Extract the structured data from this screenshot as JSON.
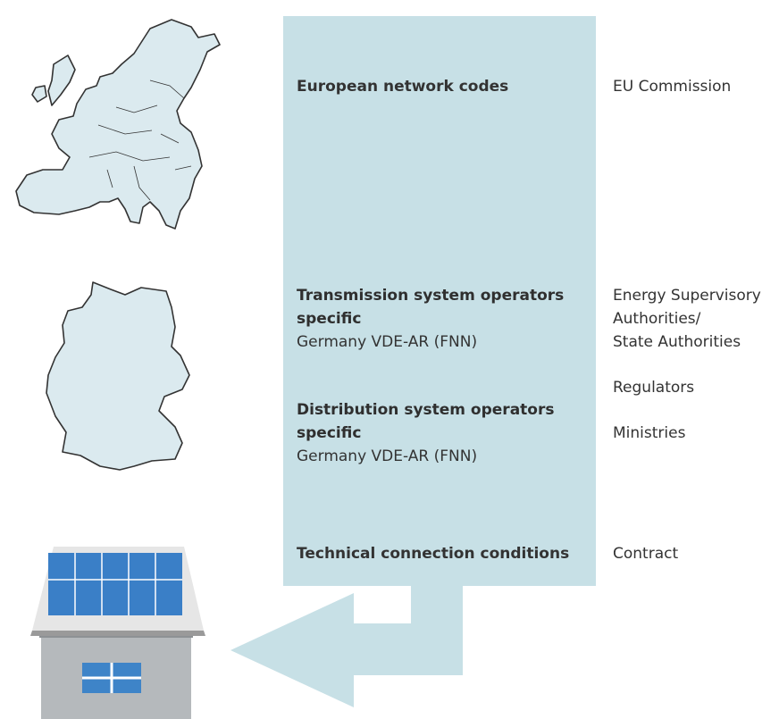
{
  "colors": {
    "panel": "#c7e0e6",
    "map_fill": "#dbeaef",
    "map_stroke": "#333333",
    "house_wall": "#b5b9bc",
    "roof": "#e6e6e6",
    "solar_panel": "#3a7fc7",
    "window": "#3e84c8",
    "text": "#333333"
  },
  "icons": {
    "europe_map": "europe-map-icon",
    "germany_map": "germany-map-icon",
    "house": "house-solar-icon"
  },
  "levels": [
    {
      "id": "eu",
      "title": "European network codes",
      "authority_lines": [
        "EU Commission"
      ]
    },
    {
      "id": "tso",
      "title_lines": [
        "Transmission system operators",
        "specific"
      ],
      "subtitle": "Germany VDE-AR (FNN)",
      "authority_lines": [
        "Energy Supervisory",
        "Authorities/",
        "State Authorities"
      ]
    },
    {
      "id": "regulators",
      "authority_lines": [
        "Regulators"
      ]
    },
    {
      "id": "dso",
      "title_lines": [
        "Distribution system operators",
        "specific"
      ],
      "subtitle": "Germany VDE-AR (FNN)",
      "authority_lines": [
        "Ministries"
      ]
    },
    {
      "id": "tcc",
      "title": "Technical connection conditions",
      "authority_lines": [
        "Contract"
      ]
    }
  ]
}
